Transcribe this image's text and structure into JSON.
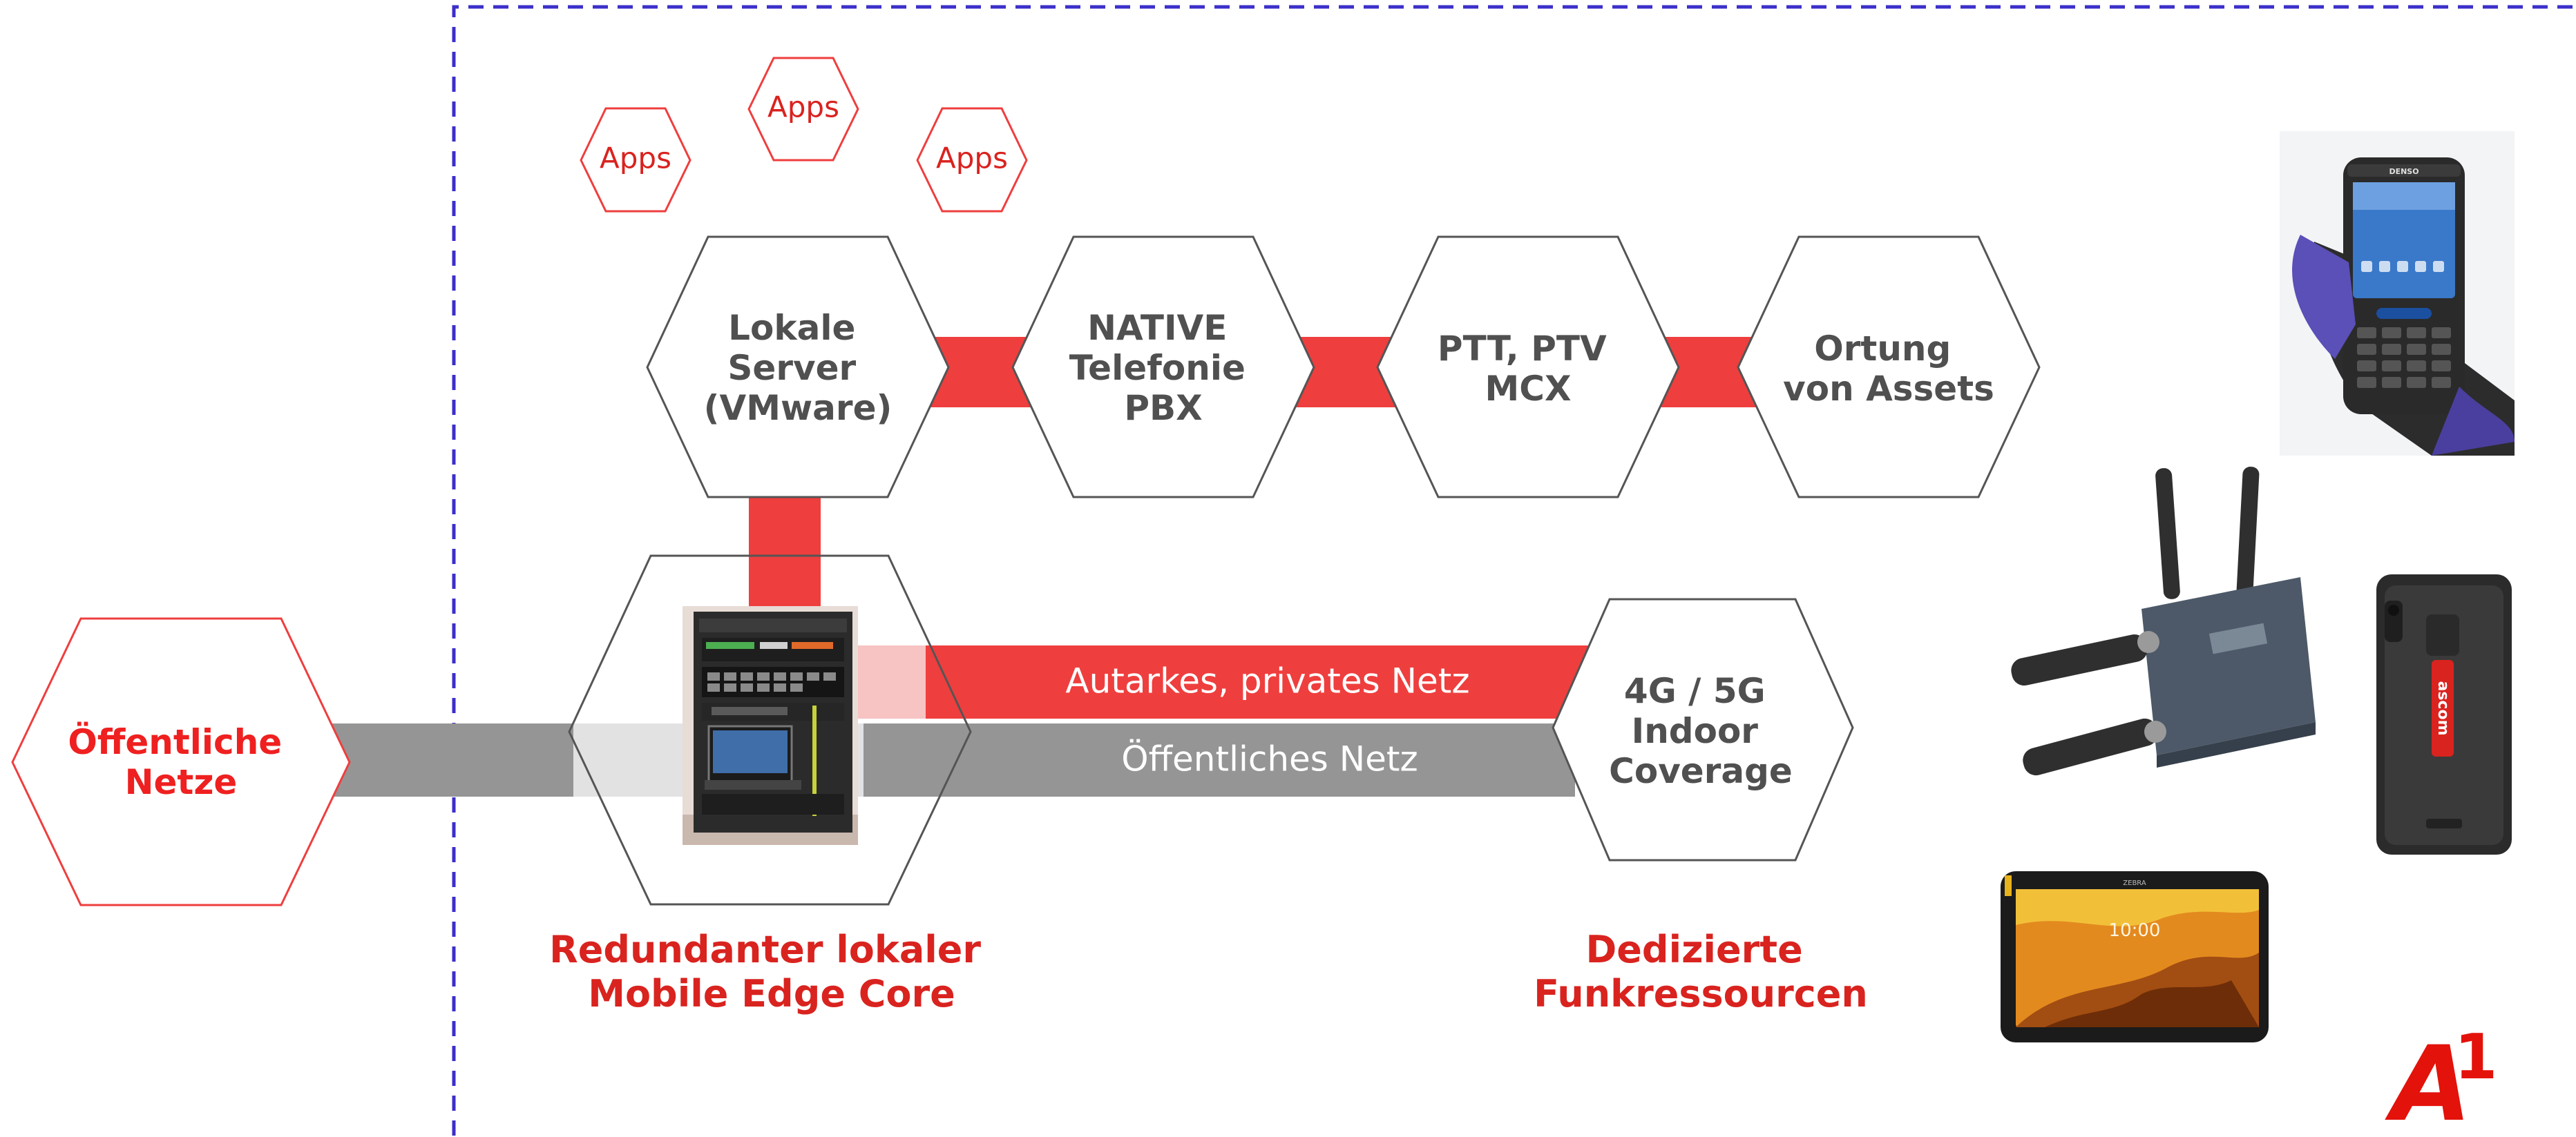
{
  "colors": {
    "accent_red": "#ef3e3e",
    "label_red": "#d9231f",
    "light_red": "#f7c3c3",
    "gray_band": "#959595",
    "light_gray_band": "#e2e2e2",
    "hex_text_gray": "#505050",
    "hex_border": "#555555",
    "dashed_border": "#3b2fc9",
    "hex_fill": "#ffffff"
  },
  "apps": [
    "Apps",
    "Apps",
    "Apps"
  ],
  "services": [
    {
      "lines": [
        "Lokale",
        "Server",
        "(VMware)"
      ]
    },
    {
      "lines": [
        "NATIVE",
        "Telefonie",
        "PBX"
      ]
    },
    {
      "lines": [
        "PTT, PTV",
        "MCX"
      ]
    },
    {
      "lines": [
        "Ortung",
        "von Assets"
      ]
    }
  ],
  "public_networks": {
    "lines": [
      "Öffentliche",
      "Netze"
    ]
  },
  "coverage": {
    "lines": [
      "4G / 5G",
      "Indoor",
      "Coverage"
    ]
  },
  "links": {
    "private_network": "Autarkes, privates Netz",
    "public_network": "Öffentliches Netz"
  },
  "captions": {
    "edge_core": [
      "Redundanter lokaler",
      "Mobile Edge Core"
    ],
    "radio_resources": [
      "Dedizierte",
      "Funkressourcen"
    ]
  },
  "device_labels": {
    "handheld_brand": "DENSO",
    "phone_brand": "ascom",
    "tablet_brand": "ZEBRA",
    "tablet_clock": "10:00"
  },
  "logo": {
    "letter": "A",
    "digit": "1"
  }
}
